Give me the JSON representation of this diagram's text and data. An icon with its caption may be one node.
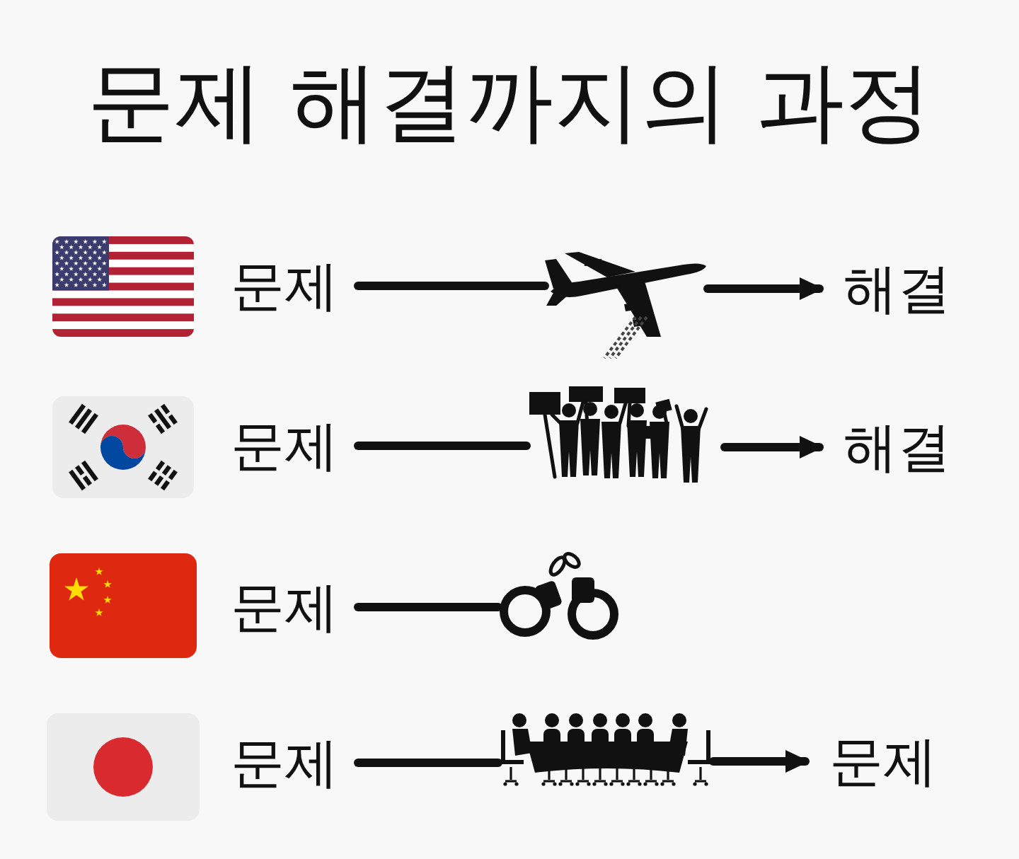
{
  "diagram": {
    "title": "문제 해결까지의 과정",
    "nodes": [
      {
        "text": [
          "문제"
        ]
      },
      {
        "text": [],
        "shape": "picture"
      },
      {
        "text": [
          "해결"
        ]
      },
      {
        "text": [
          "문제"
        ]
      },
      {
        "text": [],
        "shape": "picture"
      },
      {
        "text": [
          "해결"
        ]
      },
      {
        "text": [
          "문제"
        ]
      },
      {
        "text": [],
        "shape": "picture"
      },
      {
        "text": [
          "문제"
        ]
      },
      {
        "text": [],
        "shape": "picture"
      },
      {
        "text": [
          "문제"
        ]
      }
    ],
    "edges": [
      {
        "from": 0,
        "to": 1,
        "arrow": "none"
      },
      {
        "from": 1,
        "to": 2,
        "arrow": "to"
      },
      {
        "from": 3,
        "to": 4,
        "arrow": "none"
      },
      {
        "from": 4,
        "to": 5,
        "arrow": "to"
      },
      {
        "from": 6,
        "to": 7,
        "arrow": "none"
      },
      {
        "from": 8,
        "to": 9,
        "arrow": "none"
      },
      {
        "from": 9,
        "to": 10,
        "arrow": "to"
      }
    ]
  }
}
